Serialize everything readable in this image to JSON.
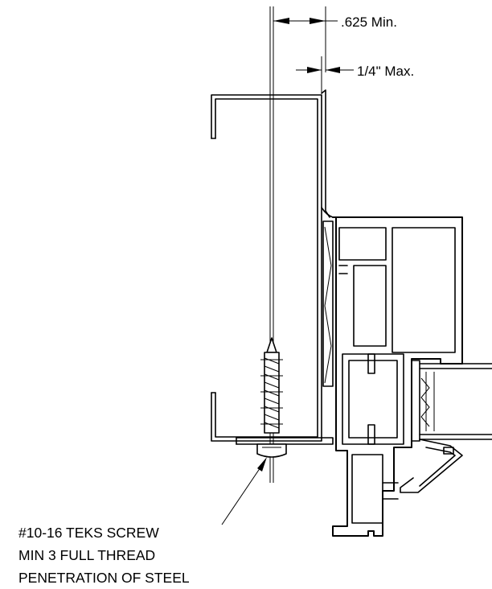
{
  "dimensions": {
    "min_gap": ".625 Min.",
    "max_gap": "1/4\" Max."
  },
  "callout": {
    "lines": [
      "#10-16 TEKS SCREW",
      "MIN 3 FULL THREAD",
      "PENETRATION OF STEEL"
    ]
  }
}
